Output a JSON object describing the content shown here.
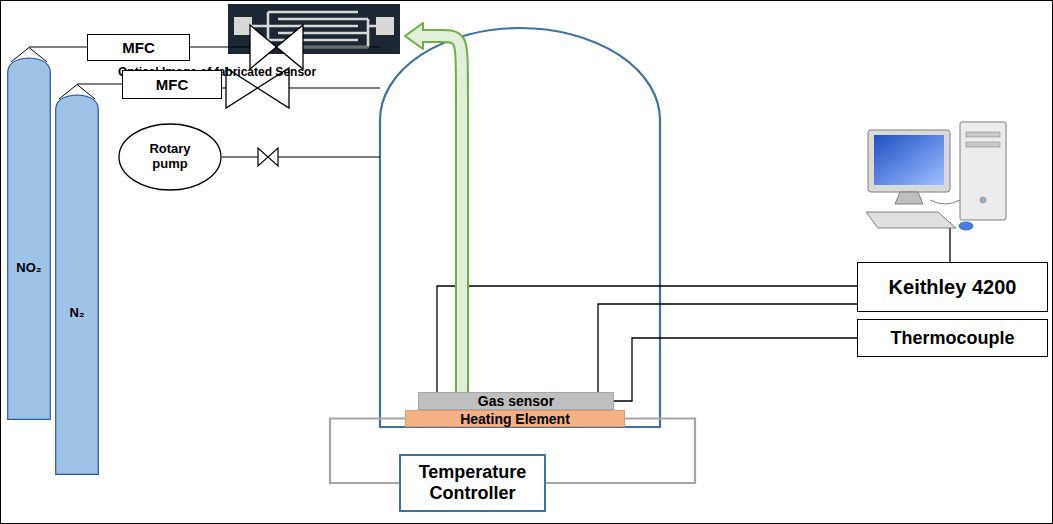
{
  "diagram": {
    "nodes": [
      {
        "text": [
          "Optical Image of fabricated Sensor"
        ]
      },
      {
        "text": [
          "MFC"
        ]
      },
      {
        "text": [
          "MFC"
        ]
      },
      {
        "text": [
          "NO₂"
        ]
      },
      {
        "text": [
          "N₂"
        ]
      },
      {
        "text": [
          "Rotary pump"
        ]
      },
      {
        "text": [
          "Keithley 4200"
        ]
      },
      {
        "text": [
          "Thermocouple"
        ]
      },
      {
        "text": [
          "Gas sensor"
        ]
      },
      {
        "text": [
          "Heating Element"
        ]
      },
      {
        "text": [
          "Temperature Controller"
        ]
      }
    ],
    "edges": [
      {
        "from": 3,
        "to": 1,
        "arrow": "none"
      },
      {
        "from": 4,
        "to": 2,
        "arrow": "none"
      },
      {
        "from": 6,
        "to": 8,
        "arrow": "none"
      },
      {
        "from": 6,
        "to": 8,
        "arrow": "none"
      },
      {
        "from": 7,
        "to": 8,
        "arrow": "none"
      },
      {
        "from": 10,
        "to": 9,
        "arrow": "none"
      },
      {
        "from": 10,
        "to": 9,
        "arrow": "none"
      },
      {
        "from": 8,
        "to": 0,
        "arrow": "to"
      }
    ]
  }
}
